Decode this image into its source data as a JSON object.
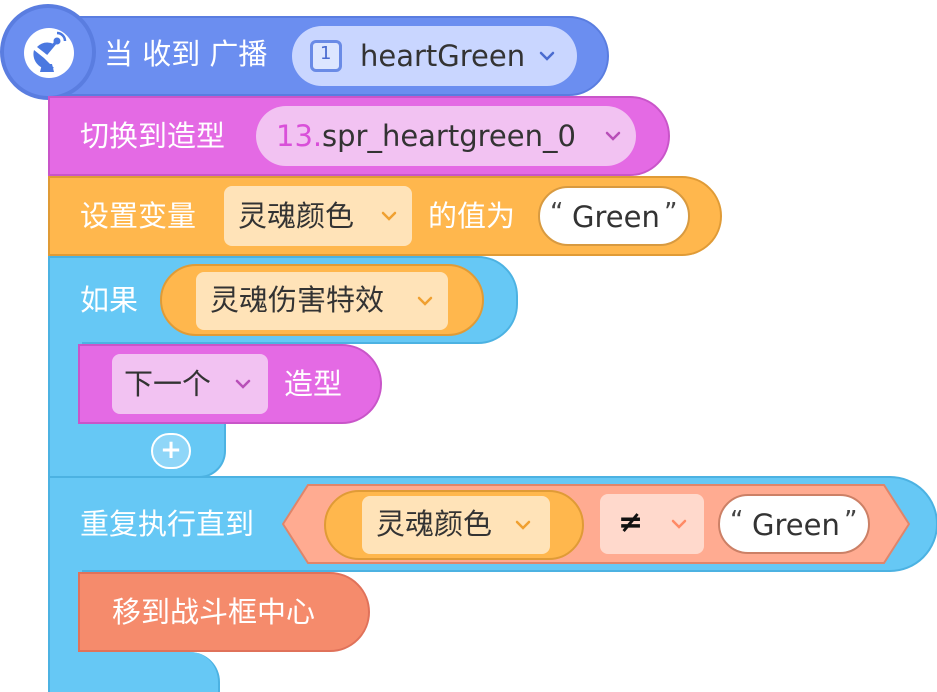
{
  "hat": {
    "label": "当 收到 广播",
    "broadcast_badge": "1",
    "broadcast_value": "heartGreen",
    "colors": {
      "block": "#6b8ef0",
      "slot": "#c9d6ff"
    },
    "icon": "satellite-dish-icon"
  },
  "costume": {
    "label": "切换到造型",
    "costume_number": "13.",
    "costume_name": "spr_heartgreen_0",
    "colors": {
      "block": "#e46ae4",
      "slot": "#f2c2f2",
      "number": "#d94fd9"
    }
  },
  "set_variable": {
    "label": "设置变量",
    "variable": "灵魂颜色",
    "to_label": "的值为",
    "value_open_quote": "“",
    "value": "Green",
    "value_close_quote": "”",
    "colors": {
      "block": "#ffb74d",
      "slot": "#ffe3b8"
    }
  },
  "if_block": {
    "label": "如果",
    "condition_variable": "灵魂伤害特效",
    "colors": {
      "block": "#66c8f5"
    }
  },
  "next_costume": {
    "option": "下一个",
    "label": "造型",
    "colors": {
      "block": "#e46ae4",
      "slot": "#f2c2f2"
    }
  },
  "add_button": {
    "label": "+"
  },
  "repeat_until": {
    "label": "重复执行直到",
    "left_variable": "灵魂颜色",
    "operator": "≠",
    "right_open_quote": "“",
    "right_value": "Green",
    "right_close_quote": "”",
    "colors": {
      "block": "#66c8f5",
      "operator_block": "#ffab91",
      "operator_slot": "#ffd9cc"
    }
  },
  "go_to_center": {
    "label": "移到战斗框中心",
    "colors": {
      "block": "#f58b6c"
    }
  }
}
